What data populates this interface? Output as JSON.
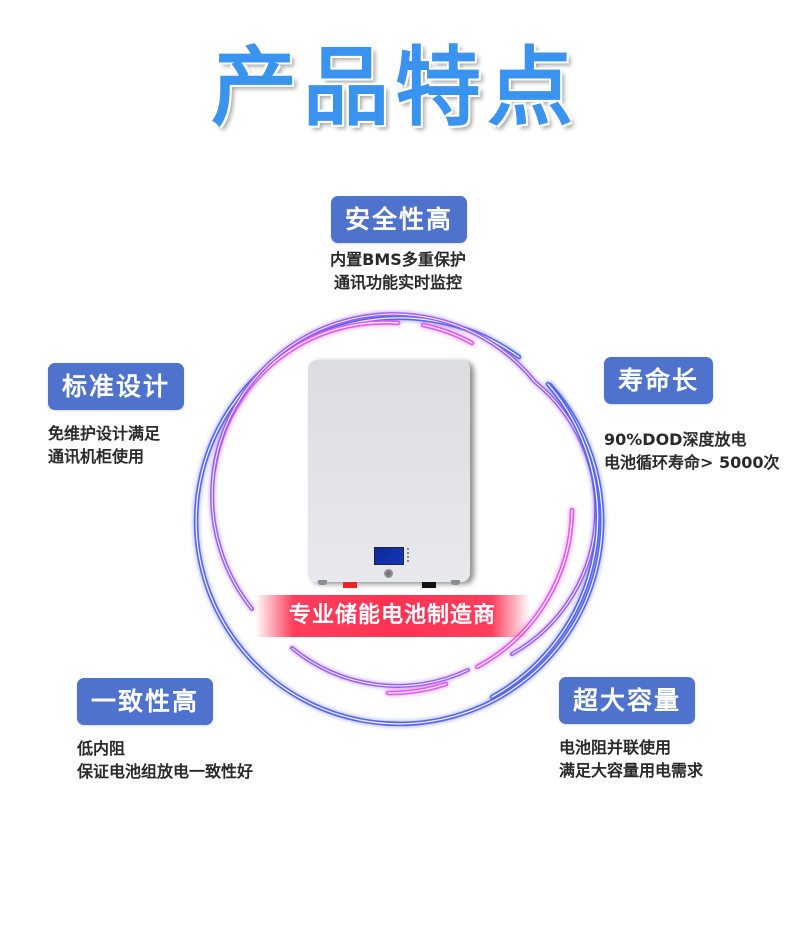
{
  "title": "产品特点",
  "colors": {
    "title": "#3a93ee",
    "badge": "#4f73cc",
    "banner": "#ff3354",
    "ring_blue": "#5565f0",
    "ring_pink": "#e05df0",
    "ring_purple": "#9a5ef0"
  },
  "features": {
    "safety": {
      "label": "安全性高",
      "lines": [
        "内置BMS多重保护",
        "通讯功能实时监控"
      ]
    },
    "standard": {
      "label": "标准设计",
      "lines": [
        "免维护设计满足",
        "通讯机柜使用"
      ]
    },
    "life": {
      "label": "寿命长",
      "lines": [
        "90%DOD深度放电",
        "电池循环寿命> 5000次"
      ]
    },
    "consistency": {
      "label": "一致性高",
      "lines": [
        "低内阻",
        "保证电池组放电一致性好"
      ]
    },
    "capacity": {
      "label": "超大容量",
      "lines": [
        "电池阻并联使用",
        "满足大容量用电需求"
      ]
    }
  },
  "product": {
    "name": "wall-mounted battery pack",
    "banner": "专业储能电池制造商",
    "indicator_count": 4
  }
}
